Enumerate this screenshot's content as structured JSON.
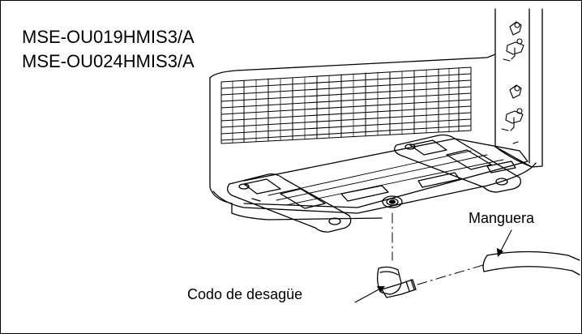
{
  "models": [
    "MSE-OU019HMIS3/A",
    "MSE-OU024HMIS3/A"
  ],
  "callouts": {
    "hose": "Manguera",
    "drain_elbow": "Codo de desagüe"
  },
  "colors": {
    "line": "#000000",
    "background": "#ffffff"
  }
}
